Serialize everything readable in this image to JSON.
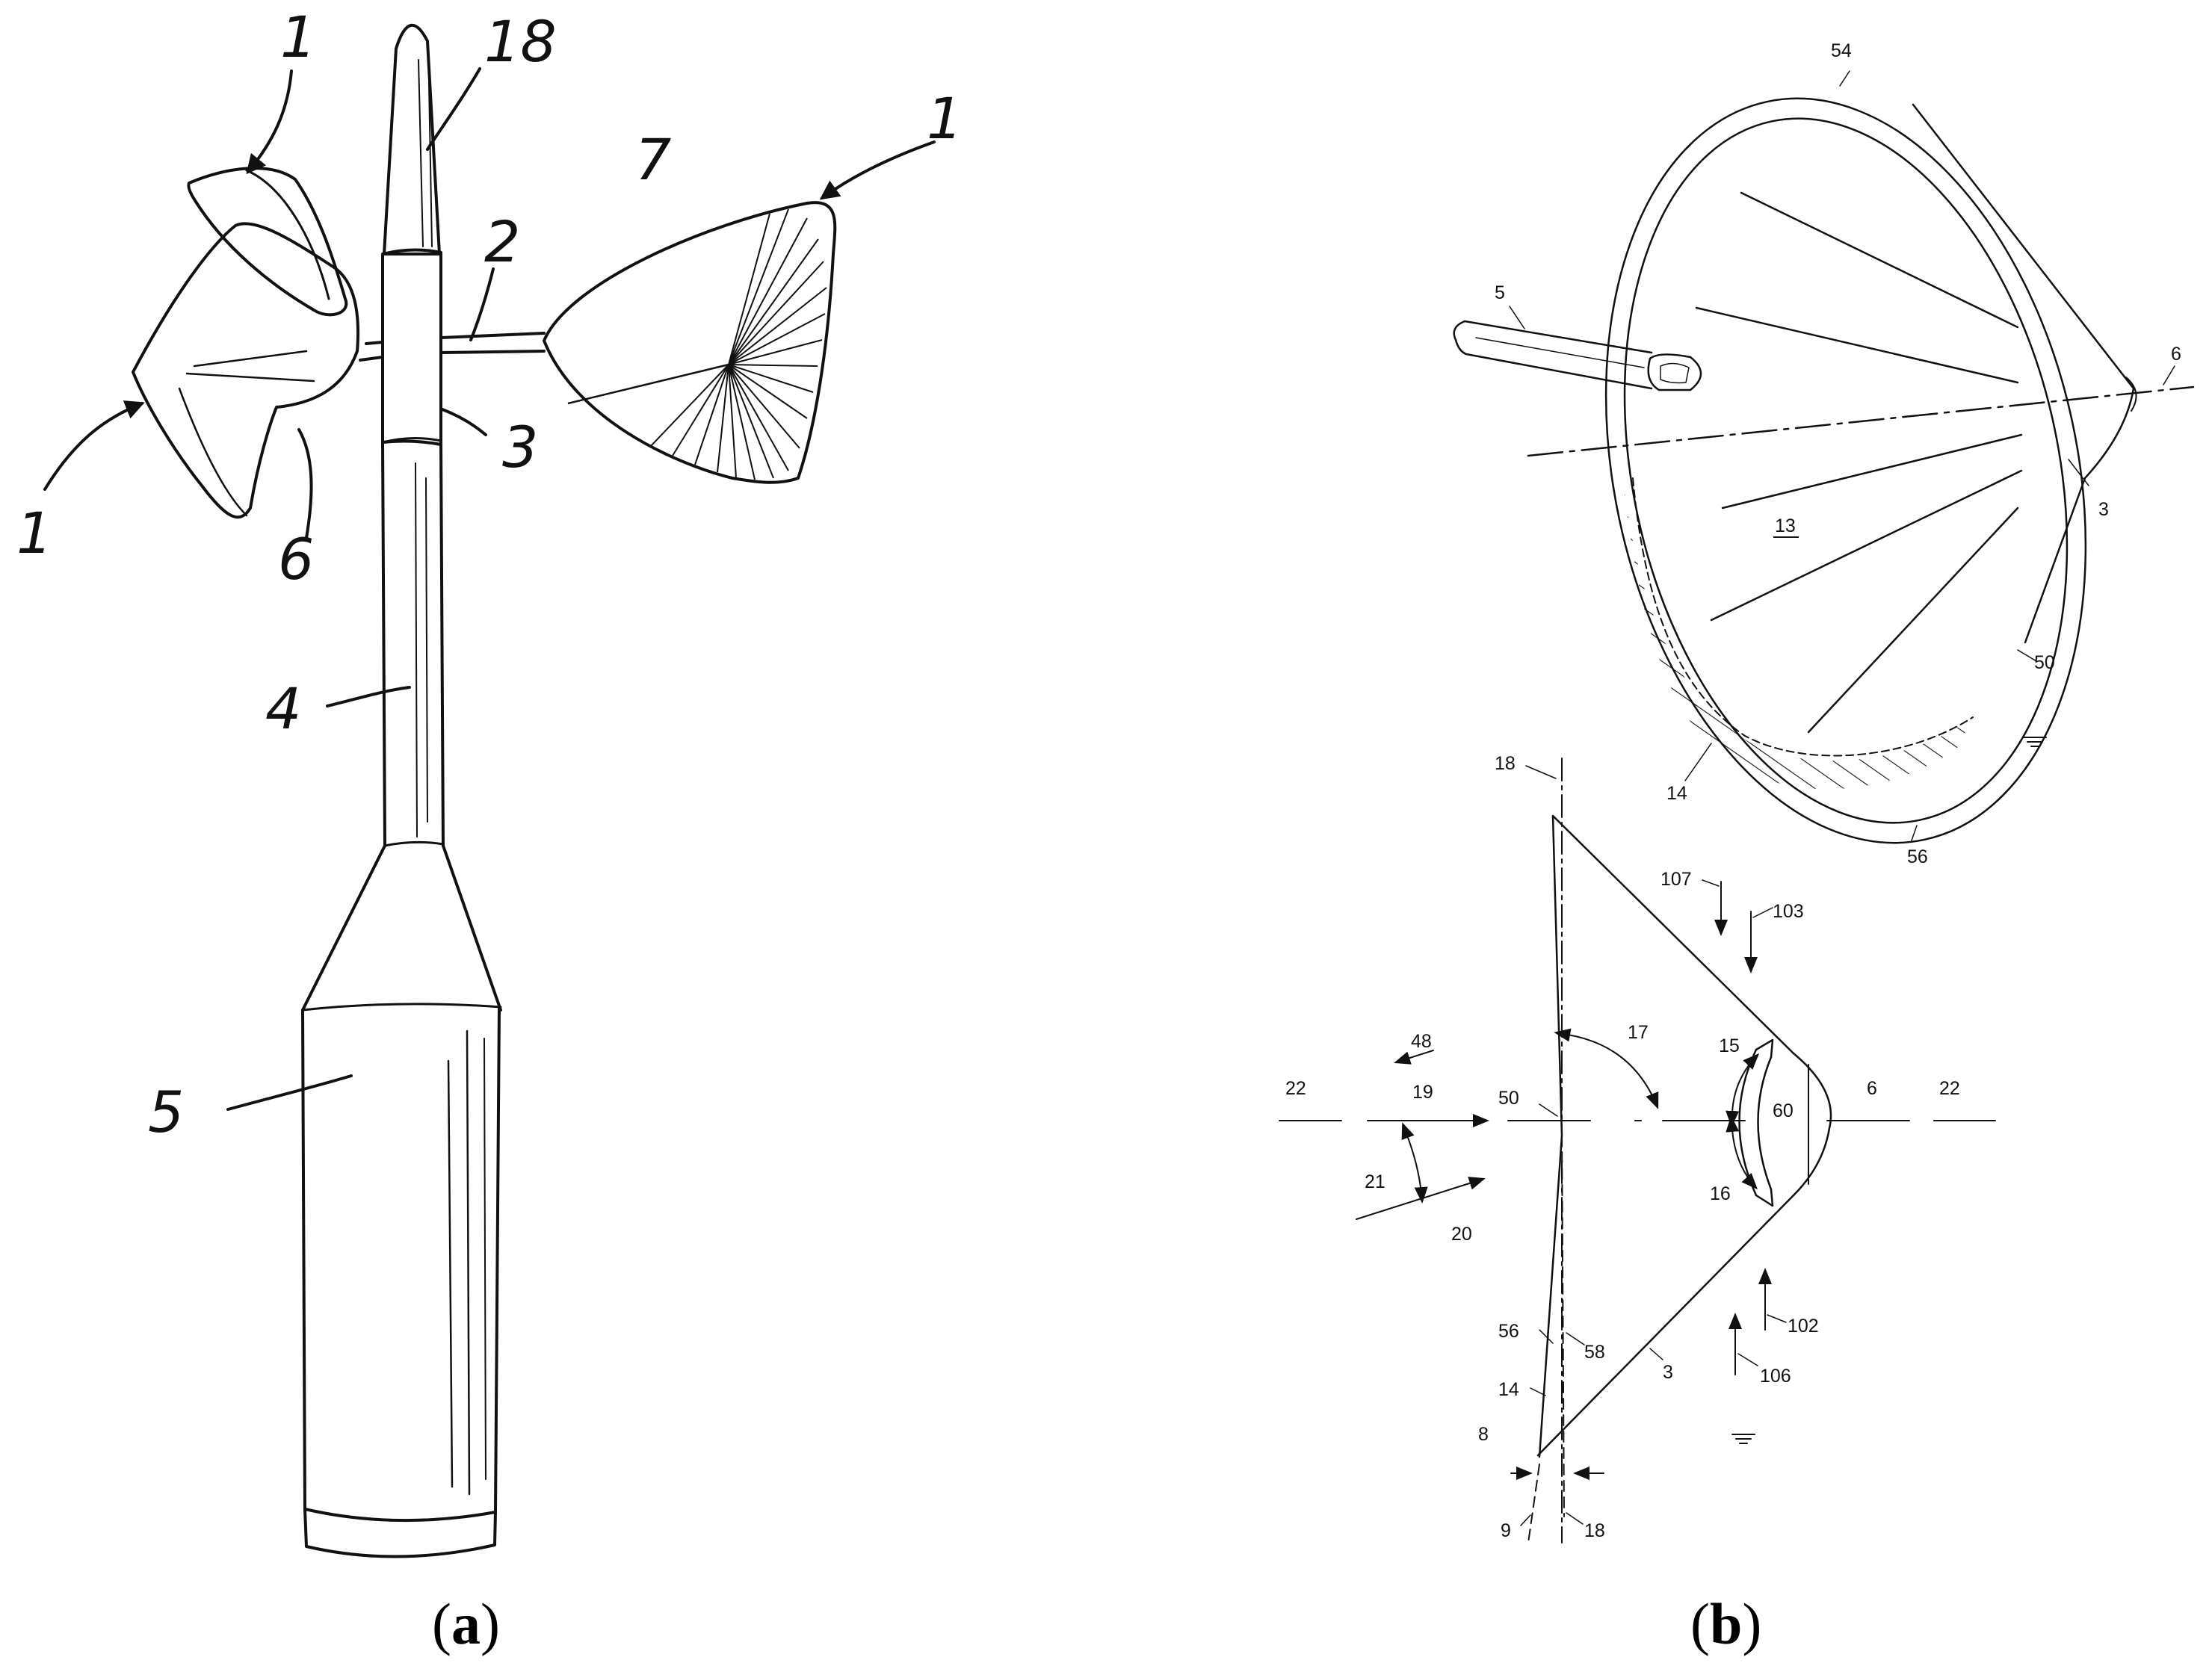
{
  "figure_a": {
    "caption": {
      "open": "(",
      "letter": "a",
      "close": ")"
    },
    "labels": {
      "cup_top": "1",
      "cup_right": "1",
      "cup_left": "1",
      "tip": "18",
      "arm": "2",
      "hub": "3",
      "shaft": "4",
      "body": "5",
      "cup_inner": "6",
      "cup_face": "7"
    }
  },
  "figure_b": {
    "caption": {
      "open": "(",
      "letter": "b",
      "close": ")"
    },
    "top_labels": {
      "rim_top": "54",
      "rod": "5",
      "axis_end": "6",
      "cone": "3",
      "inner": "13",
      "rim_edge": "50",
      "hatch": "14",
      "rim_bottom": "56"
    },
    "bottom_labels": {
      "ref_top": "18",
      "flow_107": "107",
      "flow_103": "103",
      "dir_48": "48",
      "angle_17": "17",
      "angle_15": "15",
      "axis_left": "22",
      "flow_19": "19",
      "plane_50": "50",
      "angle_60": "60",
      "axis_6": "6",
      "axis_right": "22",
      "angle_21": "21",
      "flow_20": "20",
      "angle_16": "16",
      "flow_102": "102",
      "edge_56": "56",
      "edge_58": "58",
      "edge_14": "14",
      "edge_3": "3",
      "flow_106": "106",
      "gap_8": "8",
      "ref_9": "9",
      "ref_bottom": "18"
    }
  }
}
